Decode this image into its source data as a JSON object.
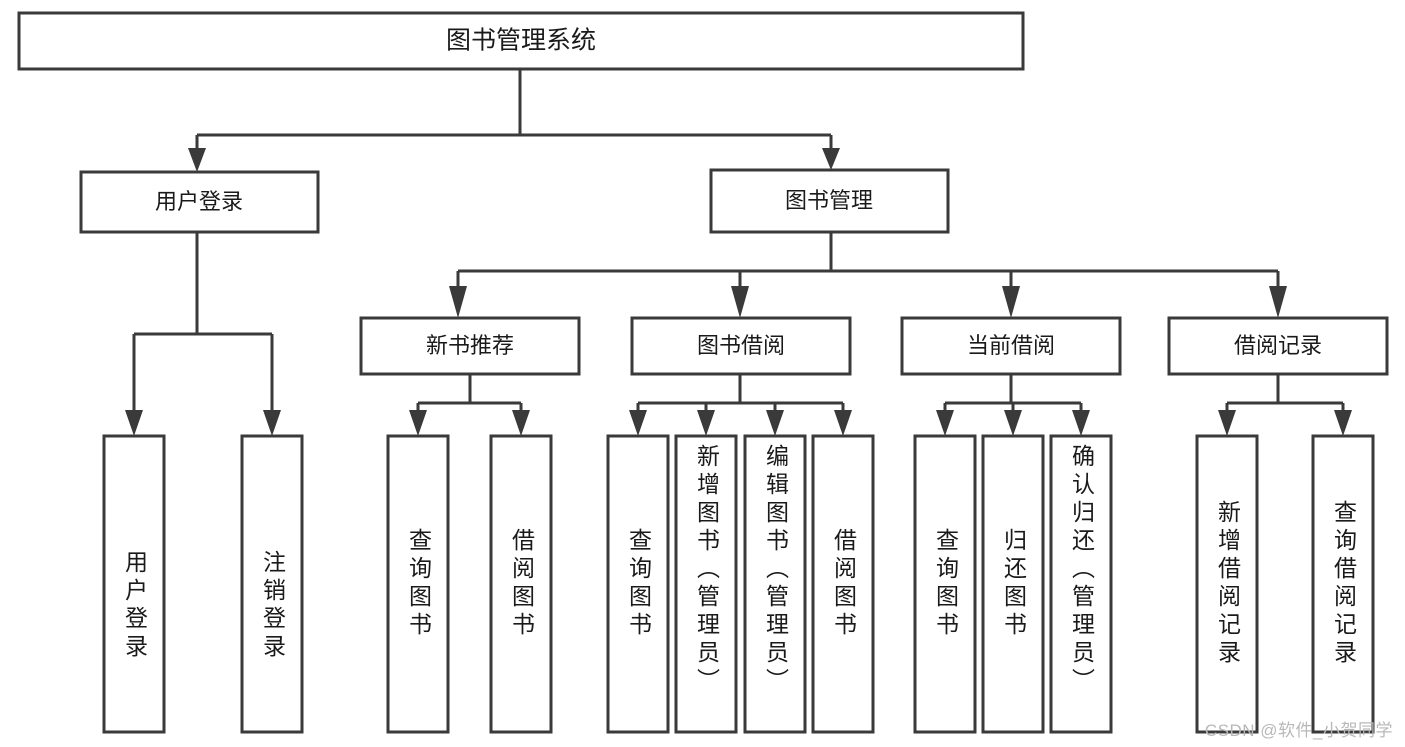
{
  "diagram": {
    "type": "tree",
    "title": "图书管理系统",
    "watermark": "CSDN @软件_小贺同学",
    "root": {
      "id": "root",
      "label": "图书管理系统"
    },
    "level1": [
      {
        "id": "user-login",
        "label": "用户登录"
      },
      {
        "id": "book-manage",
        "label": "图书管理"
      }
    ],
    "level2": [
      {
        "id": "new-book-rec",
        "label": "新书推荐",
        "parent": "book-manage"
      },
      {
        "id": "book-borrow",
        "label": "图书借阅",
        "parent": "book-manage"
      },
      {
        "id": "current-borrow",
        "label": "当前借阅",
        "parent": "book-manage"
      },
      {
        "id": "borrow-record",
        "label": "借阅记录",
        "parent": "book-manage"
      }
    ],
    "leaves": [
      {
        "id": "leaf-user-login",
        "label": "用户登录",
        "parent": "user-login",
        "align": "bottom"
      },
      {
        "id": "leaf-logout",
        "label": "注销登录",
        "parent": "user-login",
        "align": "bottom"
      },
      {
        "id": "leaf-query-book-1",
        "label": "查询图书",
        "parent": "new-book-rec",
        "align": "middle"
      },
      {
        "id": "leaf-borrow-book-1",
        "label": "借阅图书",
        "parent": "new-book-rec",
        "align": "middle"
      },
      {
        "id": "leaf-query-book-2",
        "label": "查询图书",
        "parent": "book-borrow",
        "align": "middle"
      },
      {
        "id": "leaf-add-book",
        "label": "新增图书（管理员）",
        "parent": "book-borrow",
        "align": "top"
      },
      {
        "id": "leaf-edit-book",
        "label": "编辑图书（管理员）",
        "parent": "book-borrow",
        "align": "top"
      },
      {
        "id": "leaf-borrow-book-2",
        "label": "借阅图书",
        "parent": "book-borrow",
        "align": "middle"
      },
      {
        "id": "leaf-query-book-3",
        "label": "查询图书",
        "parent": "current-borrow",
        "align": "middle"
      },
      {
        "id": "leaf-return-book",
        "label": "归还图书",
        "parent": "current-borrow",
        "align": "middle"
      },
      {
        "id": "leaf-confirm-return",
        "label": "确认归还（管理员）",
        "parent": "current-borrow",
        "align": "top"
      },
      {
        "id": "leaf-add-record",
        "label": "新增借阅记录",
        "parent": "borrow-record",
        "align": "middle"
      },
      {
        "id": "leaf-query-record",
        "label": "查询借阅记录",
        "parent": "borrow-record",
        "align": "middle"
      }
    ],
    "colors": {
      "stroke": "#3a3a3a",
      "fill": "#ffffff",
      "text": "#1a1a1a",
      "watermark": "#b8b8b8"
    }
  }
}
